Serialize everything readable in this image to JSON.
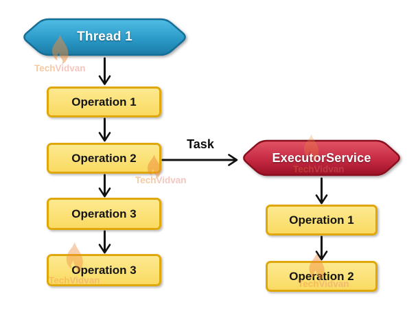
{
  "colors": {
    "blue_top": "#4fbde4",
    "blue_mid": "#2b9ac8",
    "blue_bottom": "#1b7ba6",
    "blue_border": "#156e96",
    "red_top": "#e25465",
    "red_mid": "#c62a43",
    "red_bottom": "#9c1126",
    "red_border": "#8a0e1e",
    "box_fill_top": "#fce990",
    "box_fill_bottom": "#fada62",
    "box_border": "#e0a70b",
    "arrow": "#111111",
    "watermark_orange": "#ef9444",
    "watermark_pink": "#ea8f7d",
    "watermark_flame": "#f08c3a"
  },
  "left_flow": {
    "start_label": "Thread 1",
    "steps": [
      "Operation 1",
      "Operation 2",
      "Operation 3",
      "Operation 3"
    ]
  },
  "right_flow": {
    "start_label": "ExecutorService",
    "steps": [
      "Operation 1",
      "Operation 2"
    ]
  },
  "task_arrow_label": "Task",
  "watermark": {
    "first": "Tech",
    "second": "Vidvan"
  }
}
